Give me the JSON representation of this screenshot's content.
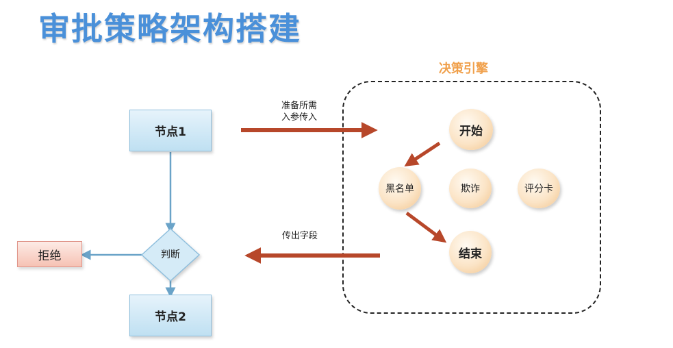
{
  "title": "审批策略架构搭建",
  "engine": {
    "label": "决策引擎",
    "start": "开始",
    "blacklist": "黑名单",
    "fraud": "欺诈",
    "scorecard": "评分卡",
    "end": "结束"
  },
  "flow": {
    "node1": "节点1",
    "decision": "判断",
    "node2": "节点2",
    "reject": "拒绝"
  },
  "arrows": {
    "input_label_line1": "准备所需",
    "input_label_line2": "入参传入",
    "output_label": "传出字段"
  },
  "colors": {
    "title": "#4a90d9",
    "engine_label": "#f0a04b",
    "arrow_red": "#b7472a",
    "arrow_blue": "#6aa3c8"
  }
}
